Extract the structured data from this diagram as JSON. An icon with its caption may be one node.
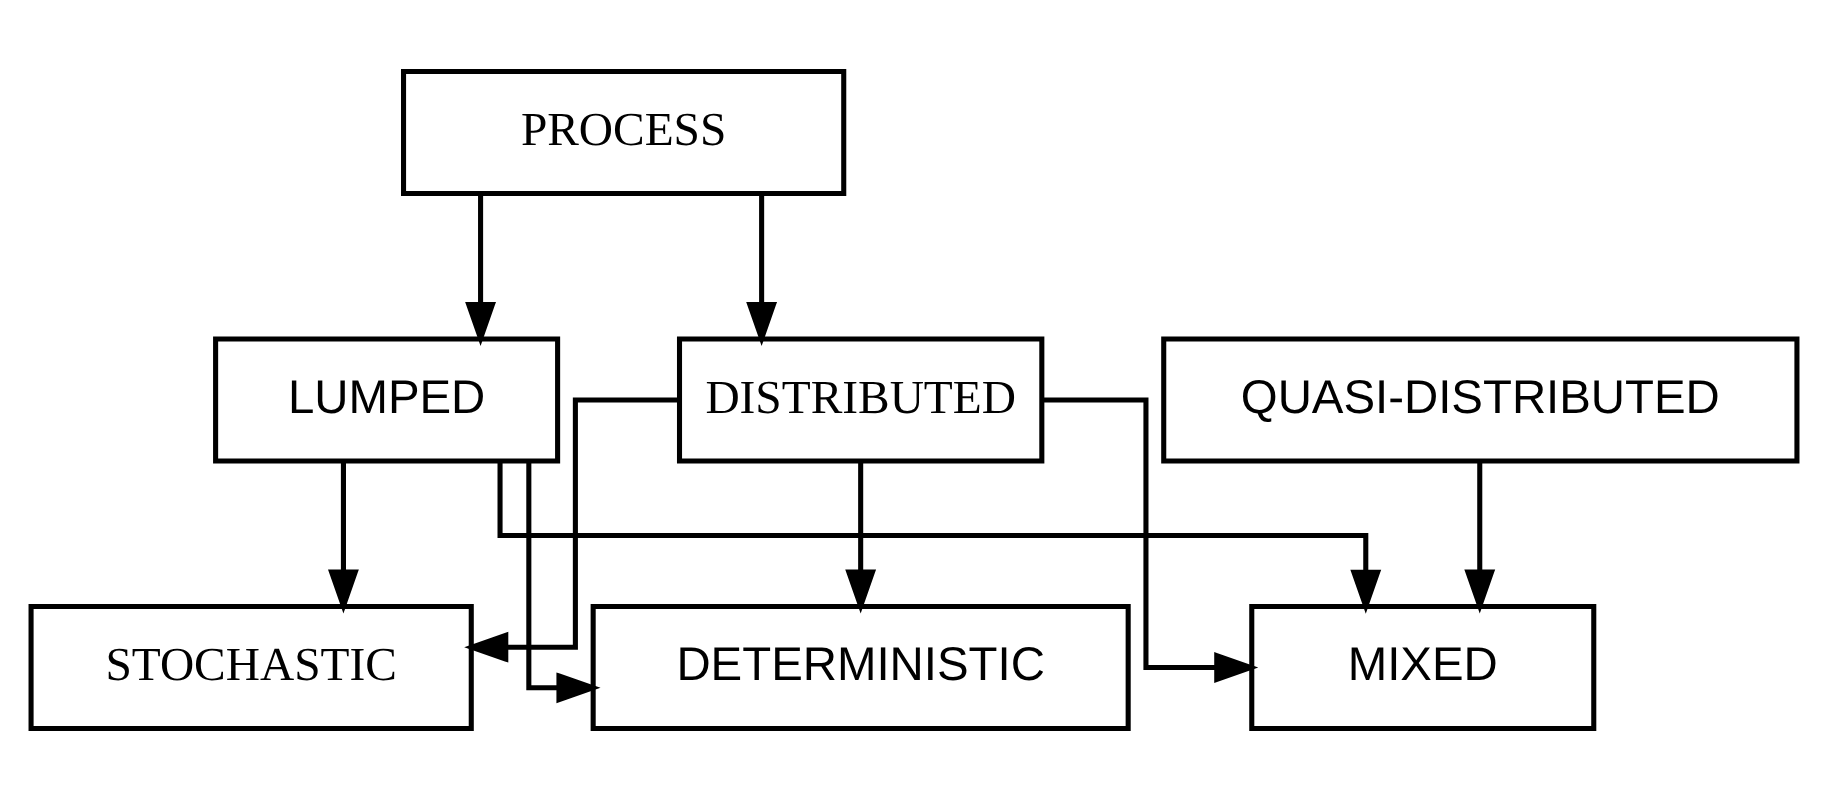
{
  "diagram": {
    "nodes": [
      {
        "text": [
          "PROCESS"
        ]
      },
      {
        "text": [
          "LUMPED"
        ]
      },
      {
        "text": [
          "QUASI-DISTRIBUTED"
        ]
      },
      {
        "text": [
          "DISTRIBUTED"
        ]
      },
      {
        "text": [
          "DETERMINISTIC"
        ]
      },
      {
        "text": [
          "MIXED"
        ]
      },
      {
        "text": [
          "STOCHASTIC"
        ]
      }
    ],
    "edges": [
      {
        "from": 0,
        "to": 1,
        "arrow": "to"
      },
      {
        "from": 0,
        "to": 3,
        "arrow": "to"
      },
      {
        "from": 1,
        "to": 4,
        "arrow": "to"
      },
      {
        "from": 1,
        "to": 5,
        "arrow": "to"
      },
      {
        "from": 1,
        "to": 6,
        "arrow": "to"
      },
      {
        "from": 3,
        "to": 4,
        "arrow": "to"
      },
      {
        "from": 3,
        "to": 5,
        "arrow": "to"
      },
      {
        "from": 3,
        "to": 6,
        "arrow": "to"
      },
      {
        "from": 2,
        "to": 5,
        "arrow": "to"
      }
    ]
  }
}
